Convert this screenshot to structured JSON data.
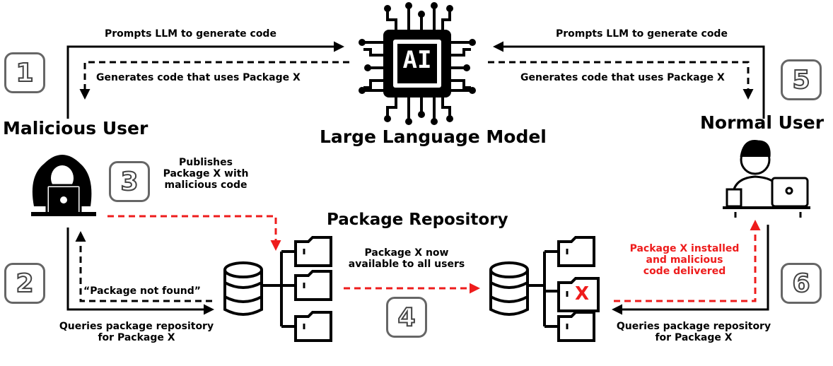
{
  "llm": {
    "chip_text": "AI",
    "title": "Large Language Model"
  },
  "malicious_user": {
    "title": "Malicious User"
  },
  "normal_user": {
    "title": "Normal User"
  },
  "repository": {
    "title": "Package Repository",
    "infected_mark": "X"
  },
  "steps": [
    "1",
    "2",
    "3",
    "4",
    "5",
    "6"
  ],
  "labels": {
    "prompt_left": "Prompts LLM to generate code",
    "generate_left": "Generates code that uses Package X",
    "prompt_right": "Prompts LLM to generate code",
    "generate_right": "Generates code that uses Package X",
    "publish": [
      "Publishes",
      "Package X with",
      "malicious code"
    ],
    "not_found": "“Package not found”",
    "query_left": [
      "Queries package repository",
      "for Package X"
    ],
    "available": [
      "Package X now",
      "available to all users"
    ],
    "installed": [
      "Package X installed",
      "and malicious",
      "code delivered"
    ],
    "query_right": [
      "Queries package repository",
      "for Package X"
    ]
  },
  "colors": {
    "malicious_flow": "#ee1c1c",
    "normal_flow": "#000000",
    "step_box": "#666666"
  }
}
